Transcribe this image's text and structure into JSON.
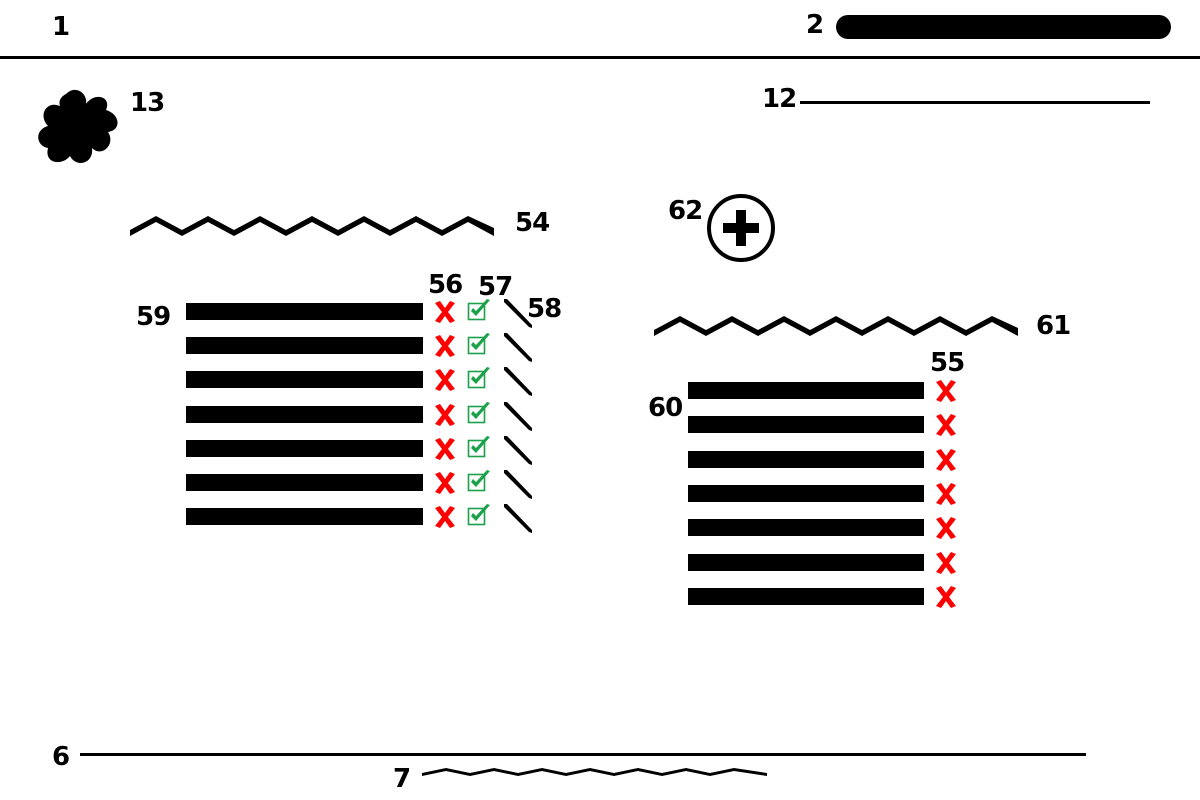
{
  "header": {
    "left_label": "1",
    "right_label": "2"
  },
  "blob": {
    "label": "13",
    "icon": "splat-icon"
  },
  "top_line": {
    "label": "12"
  },
  "left_panel": {
    "heading_label": "54",
    "rows_label": "59",
    "delete_col_label": "56",
    "check_col_label": "57",
    "edit_col_label": "58",
    "row_count": 7
  },
  "right_panel": {
    "add_label": "62",
    "heading_label": "61",
    "rows_label": "60",
    "delete_col_label": "55",
    "row_count": 7
  },
  "footer": {
    "line_label": "6",
    "wave_label": "7"
  },
  "colors": {
    "ink": "#000000",
    "delete": "#ff0000",
    "check": "#1aa14a"
  }
}
